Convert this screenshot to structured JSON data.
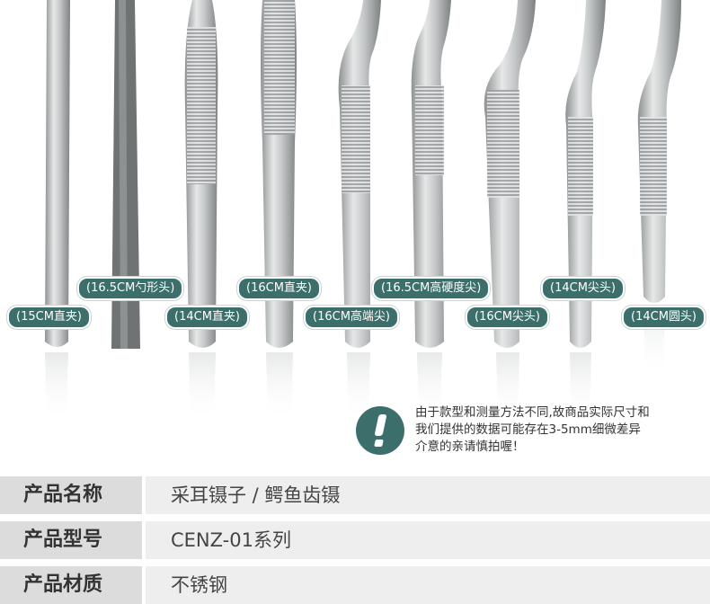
{
  "products": [
    {
      "label": "(15CM直夹)"
    },
    {
      "label": "(16.5CM勺形头)"
    },
    {
      "label": "(14CM直夹)"
    },
    {
      "label": "(16CM直夹)"
    },
    {
      "label": "(16CM高端尖)"
    },
    {
      "label": "(16.5CM高硬度尖)"
    },
    {
      "label": "(16CM尖头)"
    },
    {
      "label": "(14CM尖头)"
    },
    {
      "label": "(14CM圆头)"
    }
  ],
  "notice": {
    "icon": "exclamation-icon",
    "line1": "由于款型和测量方法不同,故商品实际尺寸和",
    "line2": "我们提供的数据可能存在3-5mm细微差异",
    "line3": "介意的亲请慎拍喔！"
  },
  "specs": [
    {
      "key": "产品名称",
      "value": "采耳镊子 / 鳄鱼齿镊"
    },
    {
      "key": "产品型号",
      "value": "CENZ-01系列"
    },
    {
      "key": "产品材质",
      "value": "不锈钢"
    }
  ],
  "colors": {
    "accent": "#3c6f6b",
    "steel": "#b9bcbd",
    "key_bg": "#dcdcdc",
    "val_bg": "#eeeeee"
  }
}
